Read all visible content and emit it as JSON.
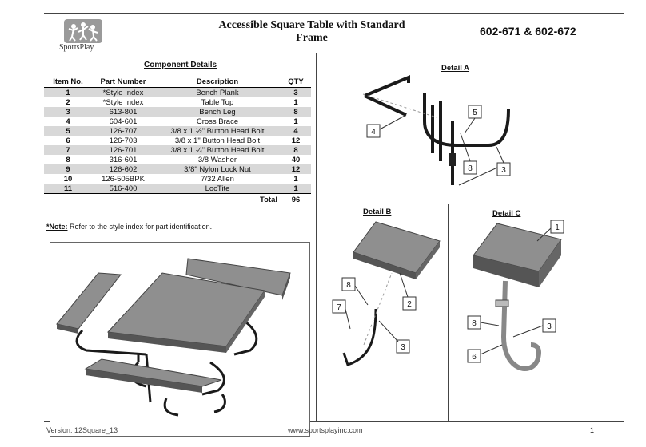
{
  "header": {
    "logo_text": "SportsPlay",
    "title": "Accessible Square Table with Standard Frame",
    "code": "602-671 & 602-672"
  },
  "components": {
    "title": "Component Details",
    "columns": [
      "Item No.",
      "Part Number",
      "Description",
      "QTY"
    ],
    "rows": [
      {
        "item": "1",
        "part": "*Style Index",
        "desc": "Bench Plank",
        "qty": "3"
      },
      {
        "item": "2",
        "part": "*Style Index",
        "desc": "Table Top",
        "qty": "1"
      },
      {
        "item": "3",
        "part": "613-801",
        "desc": "Bench Leg",
        "qty": "8"
      },
      {
        "item": "4",
        "part": "604-601",
        "desc": "Cross Brace",
        "qty": "1"
      },
      {
        "item": "5",
        "part": "126-707",
        "desc": "3/8 x 1 ½\" Button Head Bolt",
        "qty": "4"
      },
      {
        "item": "6",
        "part": "126-703",
        "desc": "3/8 x 1\" Button Head Bolt",
        "qty": "12"
      },
      {
        "item": "7",
        "part": "126-701",
        "desc": "3/8 x 1 ¼\" Button Head Bolt",
        "qty": "8"
      },
      {
        "item": "8",
        "part": "316-601",
        "desc": "3/8 Washer",
        "qty": "40"
      },
      {
        "item": "9",
        "part": "126-602",
        "desc": "3/8\" Nylon Lock Nut",
        "qty": "12"
      },
      {
        "item": "10",
        "part": "126-505BPK",
        "desc": "7/32 Allen",
        "qty": "1"
      },
      {
        "item": "11",
        "part": "516-400",
        "desc": "LocTite",
        "qty": "1"
      }
    ],
    "total_label": "Total",
    "total_value": "96"
  },
  "note": {
    "label": "*Note:",
    "text": "Refer to the style index for part identification."
  },
  "details": {
    "a": {
      "title": "Detail A",
      "callouts": [
        "4",
        "5",
        "8",
        "3"
      ]
    },
    "b": {
      "title": "Detail B",
      "callouts": [
        "8",
        "7",
        "2",
        "3"
      ]
    },
    "c": {
      "title": "Detail C",
      "callouts": [
        "1",
        "8",
        "3",
        "6"
      ]
    }
  },
  "footer": {
    "version": "Version: 12Square_13",
    "url": "www.sportsplayinc.com",
    "page": "1"
  },
  "colors": {
    "top_gray": "#8f8f8f",
    "top_edge": "#555555",
    "frame": "#1a1a1a",
    "stripe": "#d8d8d8"
  }
}
